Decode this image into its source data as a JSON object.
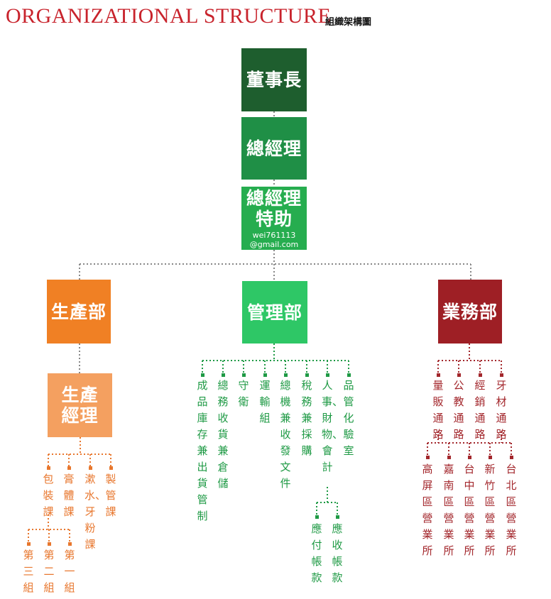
{
  "header": {
    "title": "ORGANIZATIONAL STRUCTURE",
    "subtitle": "組織架構圖"
  },
  "colors": {
    "chairman": "#1e5e2e",
    "gm": "#1f8f46",
    "assistant": "#26ad4f",
    "production": "#f08024",
    "production_manager": "#f4a060",
    "admin": "#2ec766",
    "admin_text": "#1f9a45",
    "sales": "#9e1f25",
    "sales_text": "#a3272c",
    "connector": "#888888"
  },
  "top": {
    "chairman": "董事長",
    "gm": "總經理",
    "assistant_title": "總經理特助",
    "assistant_line1": "總經理",
    "assistant_line2": "特助",
    "email_line1": "wei761113",
    "email_line2": "@gmail.com"
  },
  "departments": {
    "production": "生產部",
    "admin": "管理部",
    "sales": "業務部"
  },
  "production": {
    "manager_line1": "生產",
    "manager_line2": "經理",
    "sections": [
      "包裝課",
      "膏體課",
      "漱水、牙粉課",
      "製管課"
    ],
    "groups": [
      "第三組",
      "第二組",
      "第一組"
    ]
  },
  "admin": {
    "units": [
      "成品庫存兼出貨管制",
      "總務收貨兼倉儲",
      "守衛",
      "運輸組",
      "總機兼收發文件",
      "稅務兼採購",
      "人事、財物、會計",
      "品管化驗室"
    ],
    "accounting": [
      "應付帳款",
      "應收帳款"
    ]
  },
  "sales": {
    "channels": [
      "量販通路",
      "公教通路",
      "經銷通路",
      "牙材通路"
    ],
    "offices": [
      "高屏區營業所",
      "嘉南區營業所",
      "台中區營業所",
      "新竹區營業所",
      "台北區營業所"
    ]
  }
}
